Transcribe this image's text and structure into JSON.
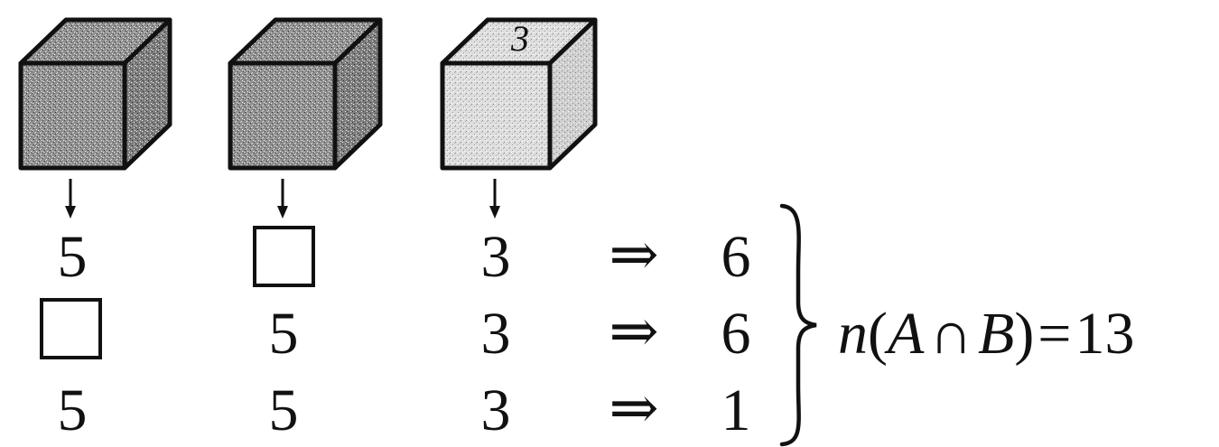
{
  "cubes": [
    {
      "shade": "dark",
      "label": ""
    },
    {
      "shade": "dark",
      "label": ""
    },
    {
      "shade": "light",
      "label": "3"
    }
  ],
  "rows": [
    {
      "c1": "5",
      "c1_blank": false,
      "c2": "",
      "c2_blank": true,
      "c3": "3",
      "arrow": "⇒",
      "result": "6"
    },
    {
      "c1": "",
      "c1_blank": true,
      "c2": "5",
      "c2_blank": false,
      "c3": "3",
      "arrow": "⇒",
      "result": "6"
    },
    {
      "c1": "5",
      "c1_blank": false,
      "c2": "5",
      "c2_blank": false,
      "c3": "3",
      "arrow": "⇒",
      "result": "1"
    }
  ],
  "equation": {
    "n": "n",
    "lparen": "(",
    "a": "A",
    "cap": "∩",
    "b": "B",
    "rparen": ")",
    "equals": "=",
    "value": "13"
  },
  "colors": {
    "ink": "#111111",
    "dark_fill": "#8c8c8c",
    "light_fill": "#d2d2d2"
  }
}
